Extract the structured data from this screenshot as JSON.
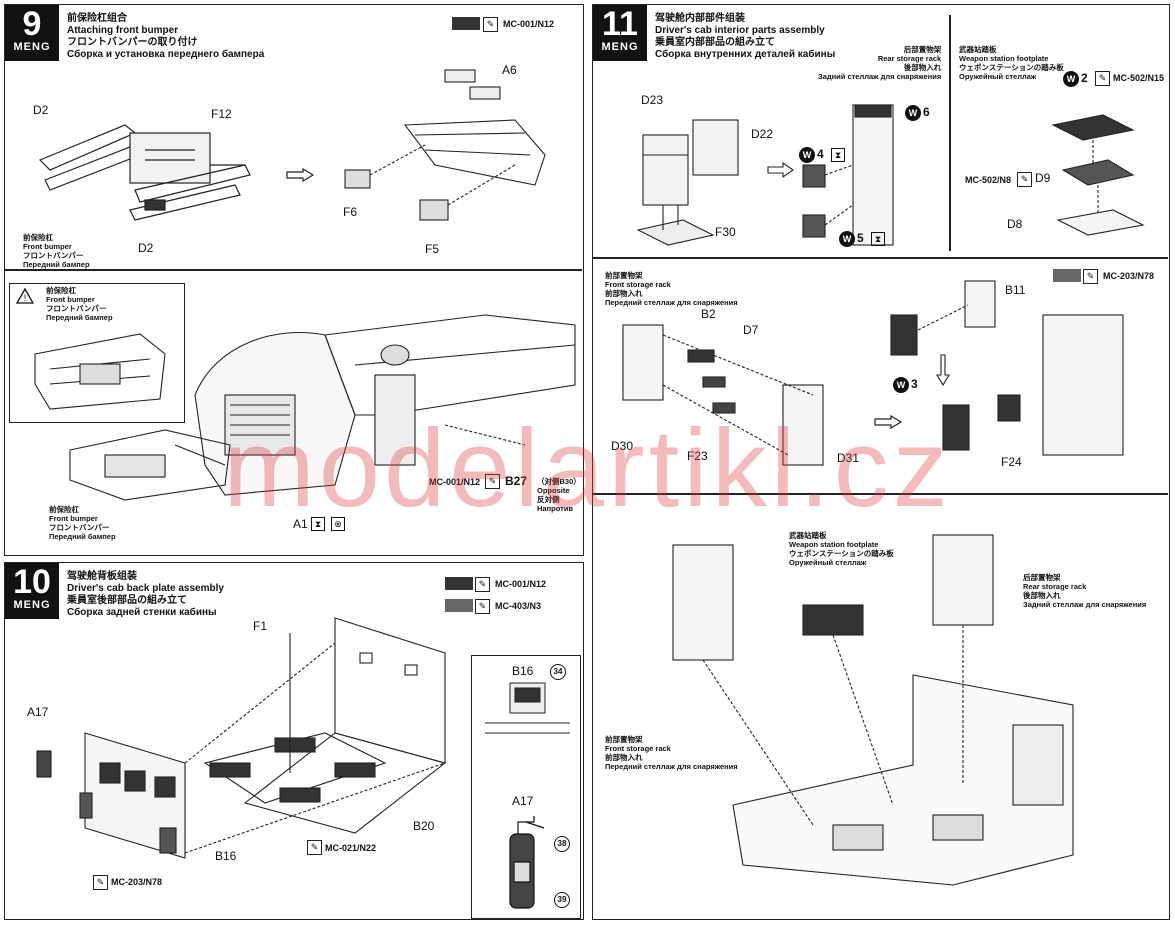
{
  "brand": "MENG",
  "watermark": "modelartikl.cz",
  "step9": {
    "number": "9",
    "title_cn": "前保险杠组合",
    "title_en": "Attaching front bumper",
    "title_jp": "フロントバンパーの取り付け",
    "title_ru": "Сборка и установка переднего бампера",
    "paint": "MC-001/N12",
    "labels": {
      "d2a": "D2",
      "f12": "F12",
      "d2b": "D2",
      "a6": "A6",
      "f6": "F6",
      "f5": "F5",
      "b27": "B27",
      "a1": "A1"
    },
    "bumper_cn": "前保险杠",
    "bumper_en": "Front bumper",
    "bumper_jp": "フロントバンパー",
    "bumper_ru": "Передний бампер",
    "paint2": "MC-001/N12",
    "opposite_cn": "（对侧B30）",
    "opposite_jp": "反対側",
    "opposite_en": "Opposite",
    "opposite_ru": "Напротив"
  },
  "step10": {
    "number": "10",
    "title_cn": "驾驶舱背板组装",
    "title_en": "Driver's cab back plate assembly",
    "title_jp": "乗員室後部部品の組み立て",
    "title_ru": "Сборка задней стенки кабины",
    "paint_a": "MC-001/N12",
    "paint_b": "MC-403/N3",
    "labels": {
      "f1": "F1",
      "a17": "A17",
      "b16": "B16",
      "b20": "B20",
      "b16b": "B16",
      "a17b": "A17"
    },
    "paint_c": "MC-021/N22",
    "paint_d": "MC-203/N78",
    "decals": [
      "34",
      "38",
      "39"
    ]
  },
  "step11": {
    "number": "11",
    "title_cn": "驾驶舱内部部件组装",
    "title_en": "Driver's cab interior parts assembly",
    "title_jp": "乗員室内部部品の組み立て",
    "title_ru": "Сборка внутренних деталей кабины",
    "rear_rack_cn": "后部置物架",
    "rear_rack_en": "Rear storage rack",
    "rear_rack_jp": "後部物入れ",
    "rear_rack_ru": "Задний стеллаж для снаряжения",
    "weapon_cn": "武器站踏板",
    "weapon_en": "Weapon station footplate",
    "weapon_jp": "ウェポンステーションの踏み板",
    "weapon_ru": "Оружейный стеллаж",
    "front_rack_cn": "前部置物架",
    "front_rack_en": "Front storage rack",
    "front_rack_jp": "前部物入れ",
    "front_rack_ru": "Передний стеллаж для снаряжения",
    "paint_a": "MC-502/N15",
    "paint_b": "MC-502/N8",
    "paint_c": "MC-203/N78",
    "labels": {
      "d23": "D23",
      "d22": "D22",
      "f30": "F30",
      "d9": "D9",
      "d8": "D8",
      "b2": "B2",
      "d7": "D7",
      "d30": "D30",
      "f23": "F23",
      "d31": "D31",
      "b11": "B11",
      "f24": "F24"
    },
    "wheels": {
      "w2": "2",
      "w4": "4",
      "w5": "5",
      "w6": "6",
      "w3": "3"
    }
  }
}
